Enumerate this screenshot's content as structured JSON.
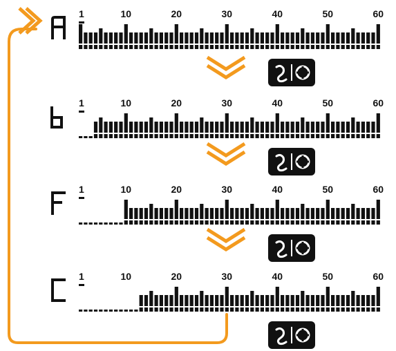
{
  "colors": {
    "accent": "#F39A1E",
    "segment": "#111111",
    "badge_bg": "#111111",
    "badge_fg": "#ffffff"
  },
  "scale_labels": [
    "1",
    "10",
    "20",
    "30",
    "40",
    "50",
    "60"
  ],
  "total_segments": 60,
  "rows": [
    {
      "mode": "A",
      "lit_from": 1,
      "cursor": 1
    },
    {
      "mode": "b",
      "lit_from": 4,
      "cursor": 1
    },
    {
      "mode": "F",
      "lit_from": 10,
      "cursor": 1
    },
    {
      "mode": "C",
      "lit_from": 13,
      "cursor": 1
    }
  ],
  "icons": {
    "transition_arrow": "double-chevron-down-icon",
    "badge": "brightness-focus-badge-icon",
    "loop": "return-loop-arrow-icon"
  }
}
